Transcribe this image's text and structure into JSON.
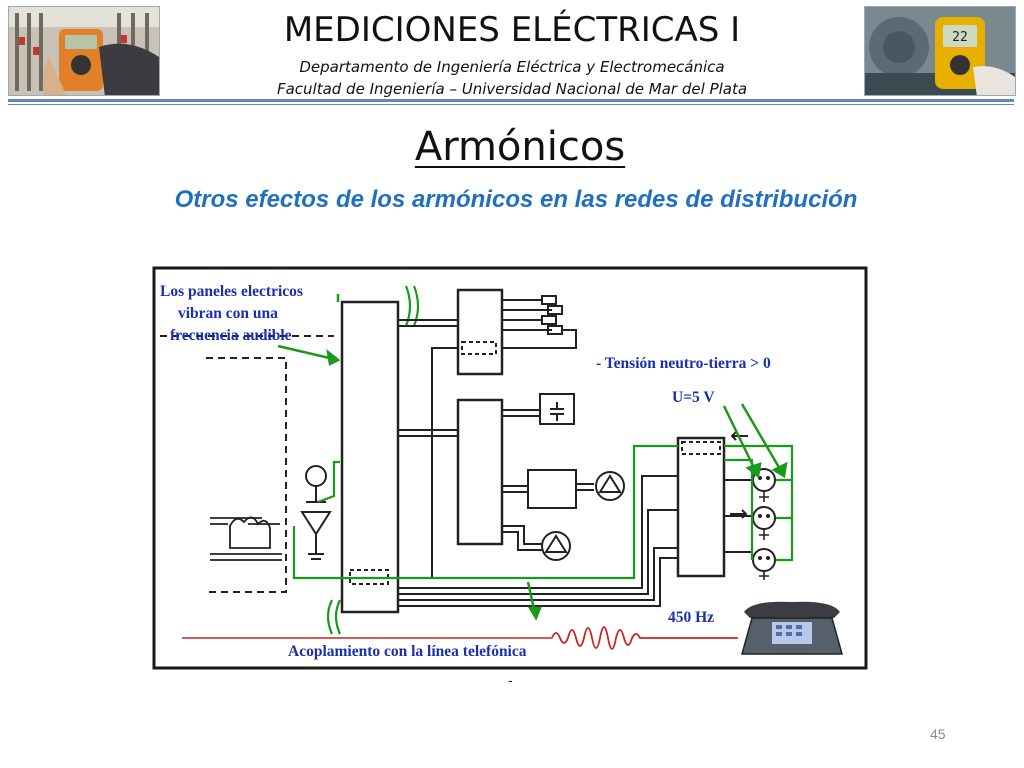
{
  "header": {
    "course_title": "MEDICIONES ELÉCTRICAS I",
    "department": "Departamento de Ingeniería Eléctrica y Electromecánica",
    "faculty": "Facultad de Ingeniería – Universidad Nacional de Mar del Plata",
    "photo_left_icon": "multimeter-hand-photo",
    "photo_right_icon": "multimeter-motor-photo",
    "meter_readout": "22"
  },
  "slide": {
    "title": "Armónicos",
    "subtitle": "Otros efectos de los armónicos en las redes de distribución",
    "dash": "-",
    "page_number": "45"
  },
  "diagram": {
    "label_panels_line1": "Los paneles electricos",
    "label_panels_line2": "vibran con una",
    "label_panels_line3": "frecuencia audible",
    "label_tension": "- Tensión neutro-tierra > 0",
    "label_voltage": "U=5 V",
    "label_freq": "450 Hz",
    "label_coupling": "Acoplamiento con la línea telefónica",
    "colors": {
      "ground_wire": "#1a9a1a",
      "line_wire": "#222222",
      "phone_line": "#cc2222",
      "label_blue": "#1a2fb0"
    }
  }
}
